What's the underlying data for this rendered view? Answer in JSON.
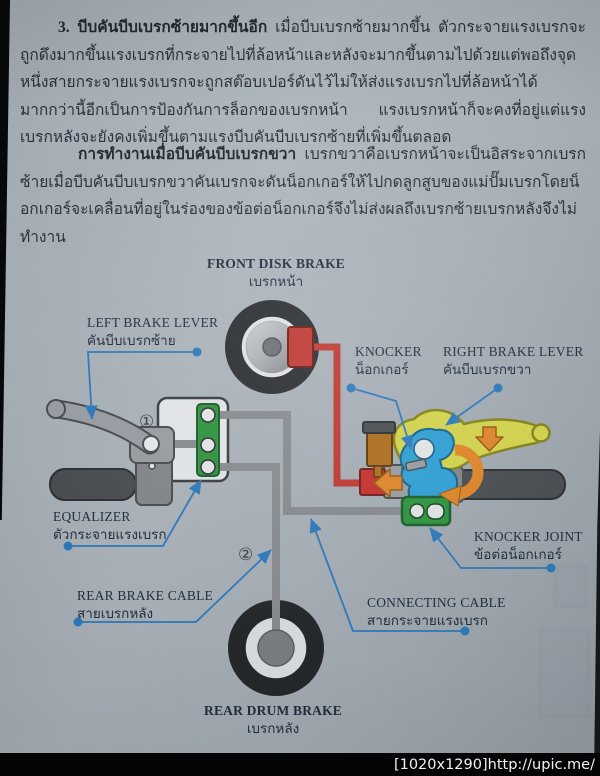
{
  "page": {
    "watermark": "[1020x1290]http://upic.me/"
  },
  "paragraphs": [
    {
      "lead": "3. บีบคันบีบเบรกซ้ายมากขึ้นอีก",
      "body": " เมื่อบีบเบรกซ้ายมากขึ้น ตัวกระจายแรงเบรกจะถูกดึงมากขึ้นแรงเบรกที่กระจายไปที่ล้อหน้าและหลังจะมากขึ้นตามไปด้วยแต่พอถึงจุดหนึ่งสายกระจายแรงเบรกจะถูกสต๊อบเปอร์ดันไว้ไม่ให้ส่งแรงเบรกไปที่ล้อหน้าได้มากกว่านี้อีกเป็นการป้องกันการล็อกของเบรกหน้า แรงเบรกหน้าก็จะคงที่อยู่แต่แรงเบรกหลังจะยังคงเพิ่มขึ้นตามแรงบีบคันบีบเบรกซ้ายที่เพิ่มขึ้นตลอด"
    },
    {
      "lead": "การทำงานเมื่อบีบคันบีบเบรกขวา",
      "body": " เบรกขวาคือเบรกหน้าจะเป็นอิสระจากเบรกซ้ายเมื่อบีบคันบีบเบรกขวาคันเบรกจะดันน็อกเกอร์ให้ไปกดลูกสูบของแม่ปั๊มเบรกโดยน็อกเกอร์จะเคลื่อนที่อยู่ในร่องของข้อต่อน็อกเกอร์จึงไม่ส่งผลถึงเบรกซ้ายเบรกหลังจึงไม่ทำงาน"
    }
  ],
  "diagram": {
    "labels": {
      "front_disk_brake": {
        "en": "FRONT DISK BRAKE",
        "th": "เบรกหน้า"
      },
      "left_brake_lever": {
        "en": "LEFT BRAKE LEVER",
        "th": "คันบีบเบรกซ้าย"
      },
      "knocker": {
        "en": "KNOCKER",
        "th": "น็อกเกอร์"
      },
      "right_brake_lever": {
        "en": "RIGHT BRAKE LEVER",
        "th": "คันบีบเบรกขวา"
      },
      "equalizer": {
        "en": "EQUALIZER",
        "th": "ตัวกระจายแรงเบรก"
      },
      "knocker_joint": {
        "en": "KNOCKER JOINT",
        "th": "ข้อต่อน็อกเกอร์"
      },
      "rear_brake_cable": {
        "en": "REAR BRAKE CABLE",
        "th": "สายเบรกหลัง"
      },
      "connecting_cable": {
        "en": "CONNECTING CABLE",
        "th": "สายกระจายแรงเบรก"
      },
      "rear_drum_brake": {
        "en": "REAR DRUM BRAKE",
        "th": "เบรกหลัง"
      }
    },
    "markers": {
      "one": "①",
      "two": "②"
    },
    "colors": {
      "paper": "#a6aeb6",
      "callout_blue": "#2e7cc0",
      "brake_line_red": "#c23a33",
      "cable_gray": "#8a8e92",
      "equalizer_green": "#2f9640",
      "knocker_blue": "#2fa3d8",
      "lever_yellow": "#d6d64e",
      "arrow_orange": "#e2882a",
      "reservoir_brown": "#b06f1e"
    }
  }
}
